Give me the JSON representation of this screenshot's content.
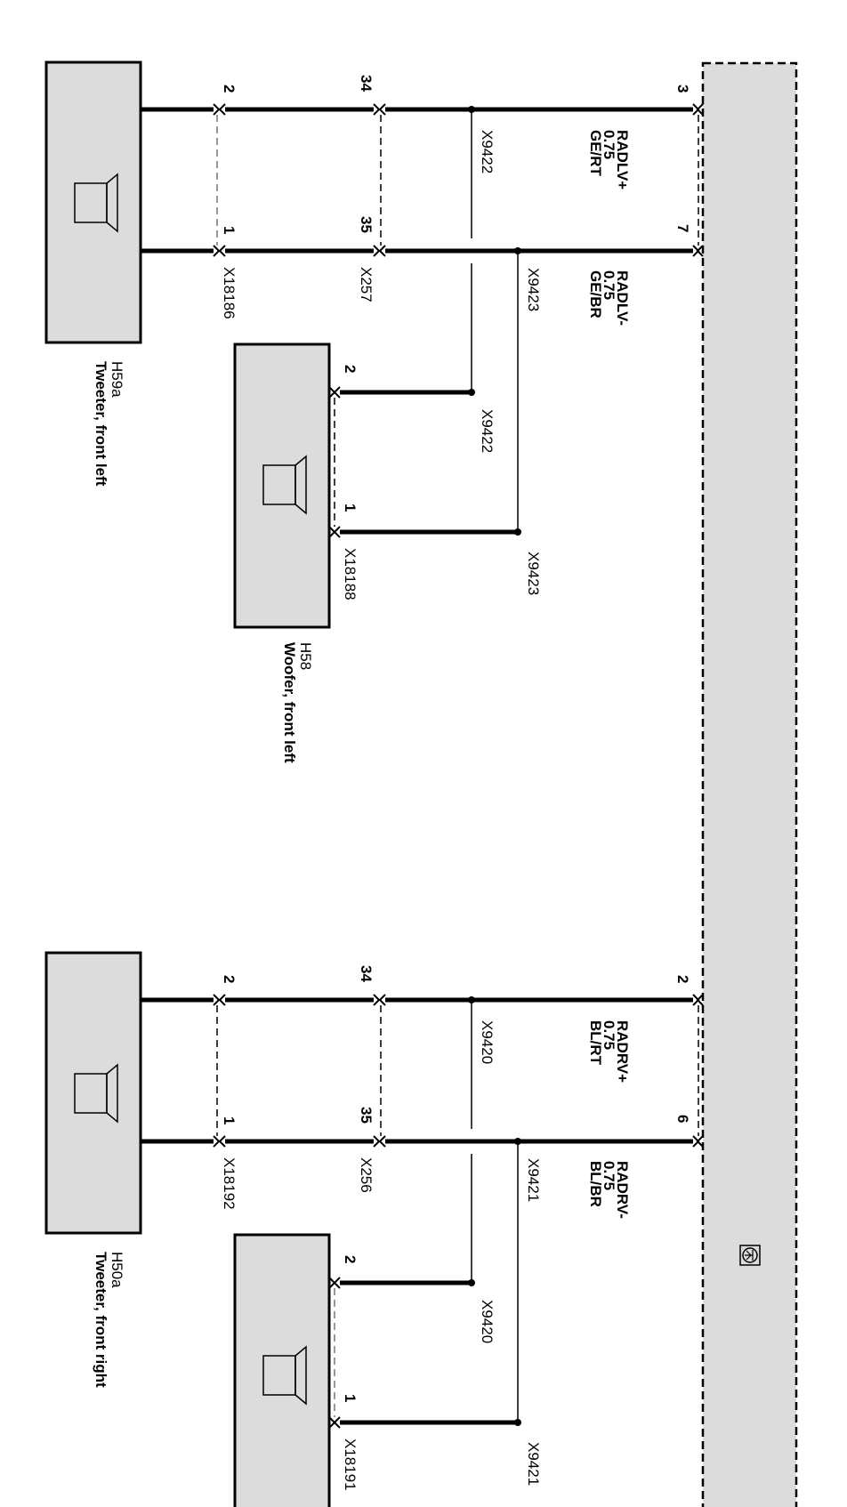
{
  "control_unit": {
    "icon": "amplifier-module-icon"
  },
  "groups": [
    {
      "connector_a": "X18186",
      "connector_b": "X257",
      "wire_pos": {
        "name": "RADLV+",
        "size": "0.75",
        "color": "GE/RT",
        "pin_unit": "3",
        "pin_mid": "34",
        "pin_end": "2",
        "splice": "X9422"
      },
      "wire_neg": {
        "name": "RADLV-",
        "size": "0.75",
        "color": "GE/BR",
        "pin_unit": "7",
        "pin_mid": "35",
        "pin_end": "1",
        "splice": "X9423"
      },
      "tweeter": {
        "id": "H59a",
        "desc": "Tweeter, front left"
      },
      "woofer": {
        "id": "H58",
        "desc": "Woofer, front left",
        "connector": "X18188",
        "pin_pos": "2",
        "pin_neg": "1",
        "splice_pos": "X9422",
        "splice_neg": "X9423"
      }
    },
    {
      "connector_a": "X18192",
      "connector_b": "X256",
      "wire_pos": {
        "name": "RADRV+",
        "size": "0.75",
        "color": "BL/RT",
        "pin_unit": "2",
        "pin_mid": "34",
        "pin_end": "2",
        "splice": "X9420"
      },
      "wire_neg": {
        "name": "RADRV-",
        "size": "0.75",
        "color": "BL/BR",
        "pin_unit": "6",
        "pin_mid": "35",
        "pin_end": "1",
        "splice": "X9421"
      },
      "tweeter": {
        "id": "H50a",
        "desc": "Tweeter, front right"
      },
      "woofer": {
        "id": "",
        "desc": "",
        "connector": "X18191",
        "pin_pos": "2",
        "pin_neg": "1",
        "splice_pos": "X9420",
        "splice_neg": "X9421"
      }
    }
  ]
}
